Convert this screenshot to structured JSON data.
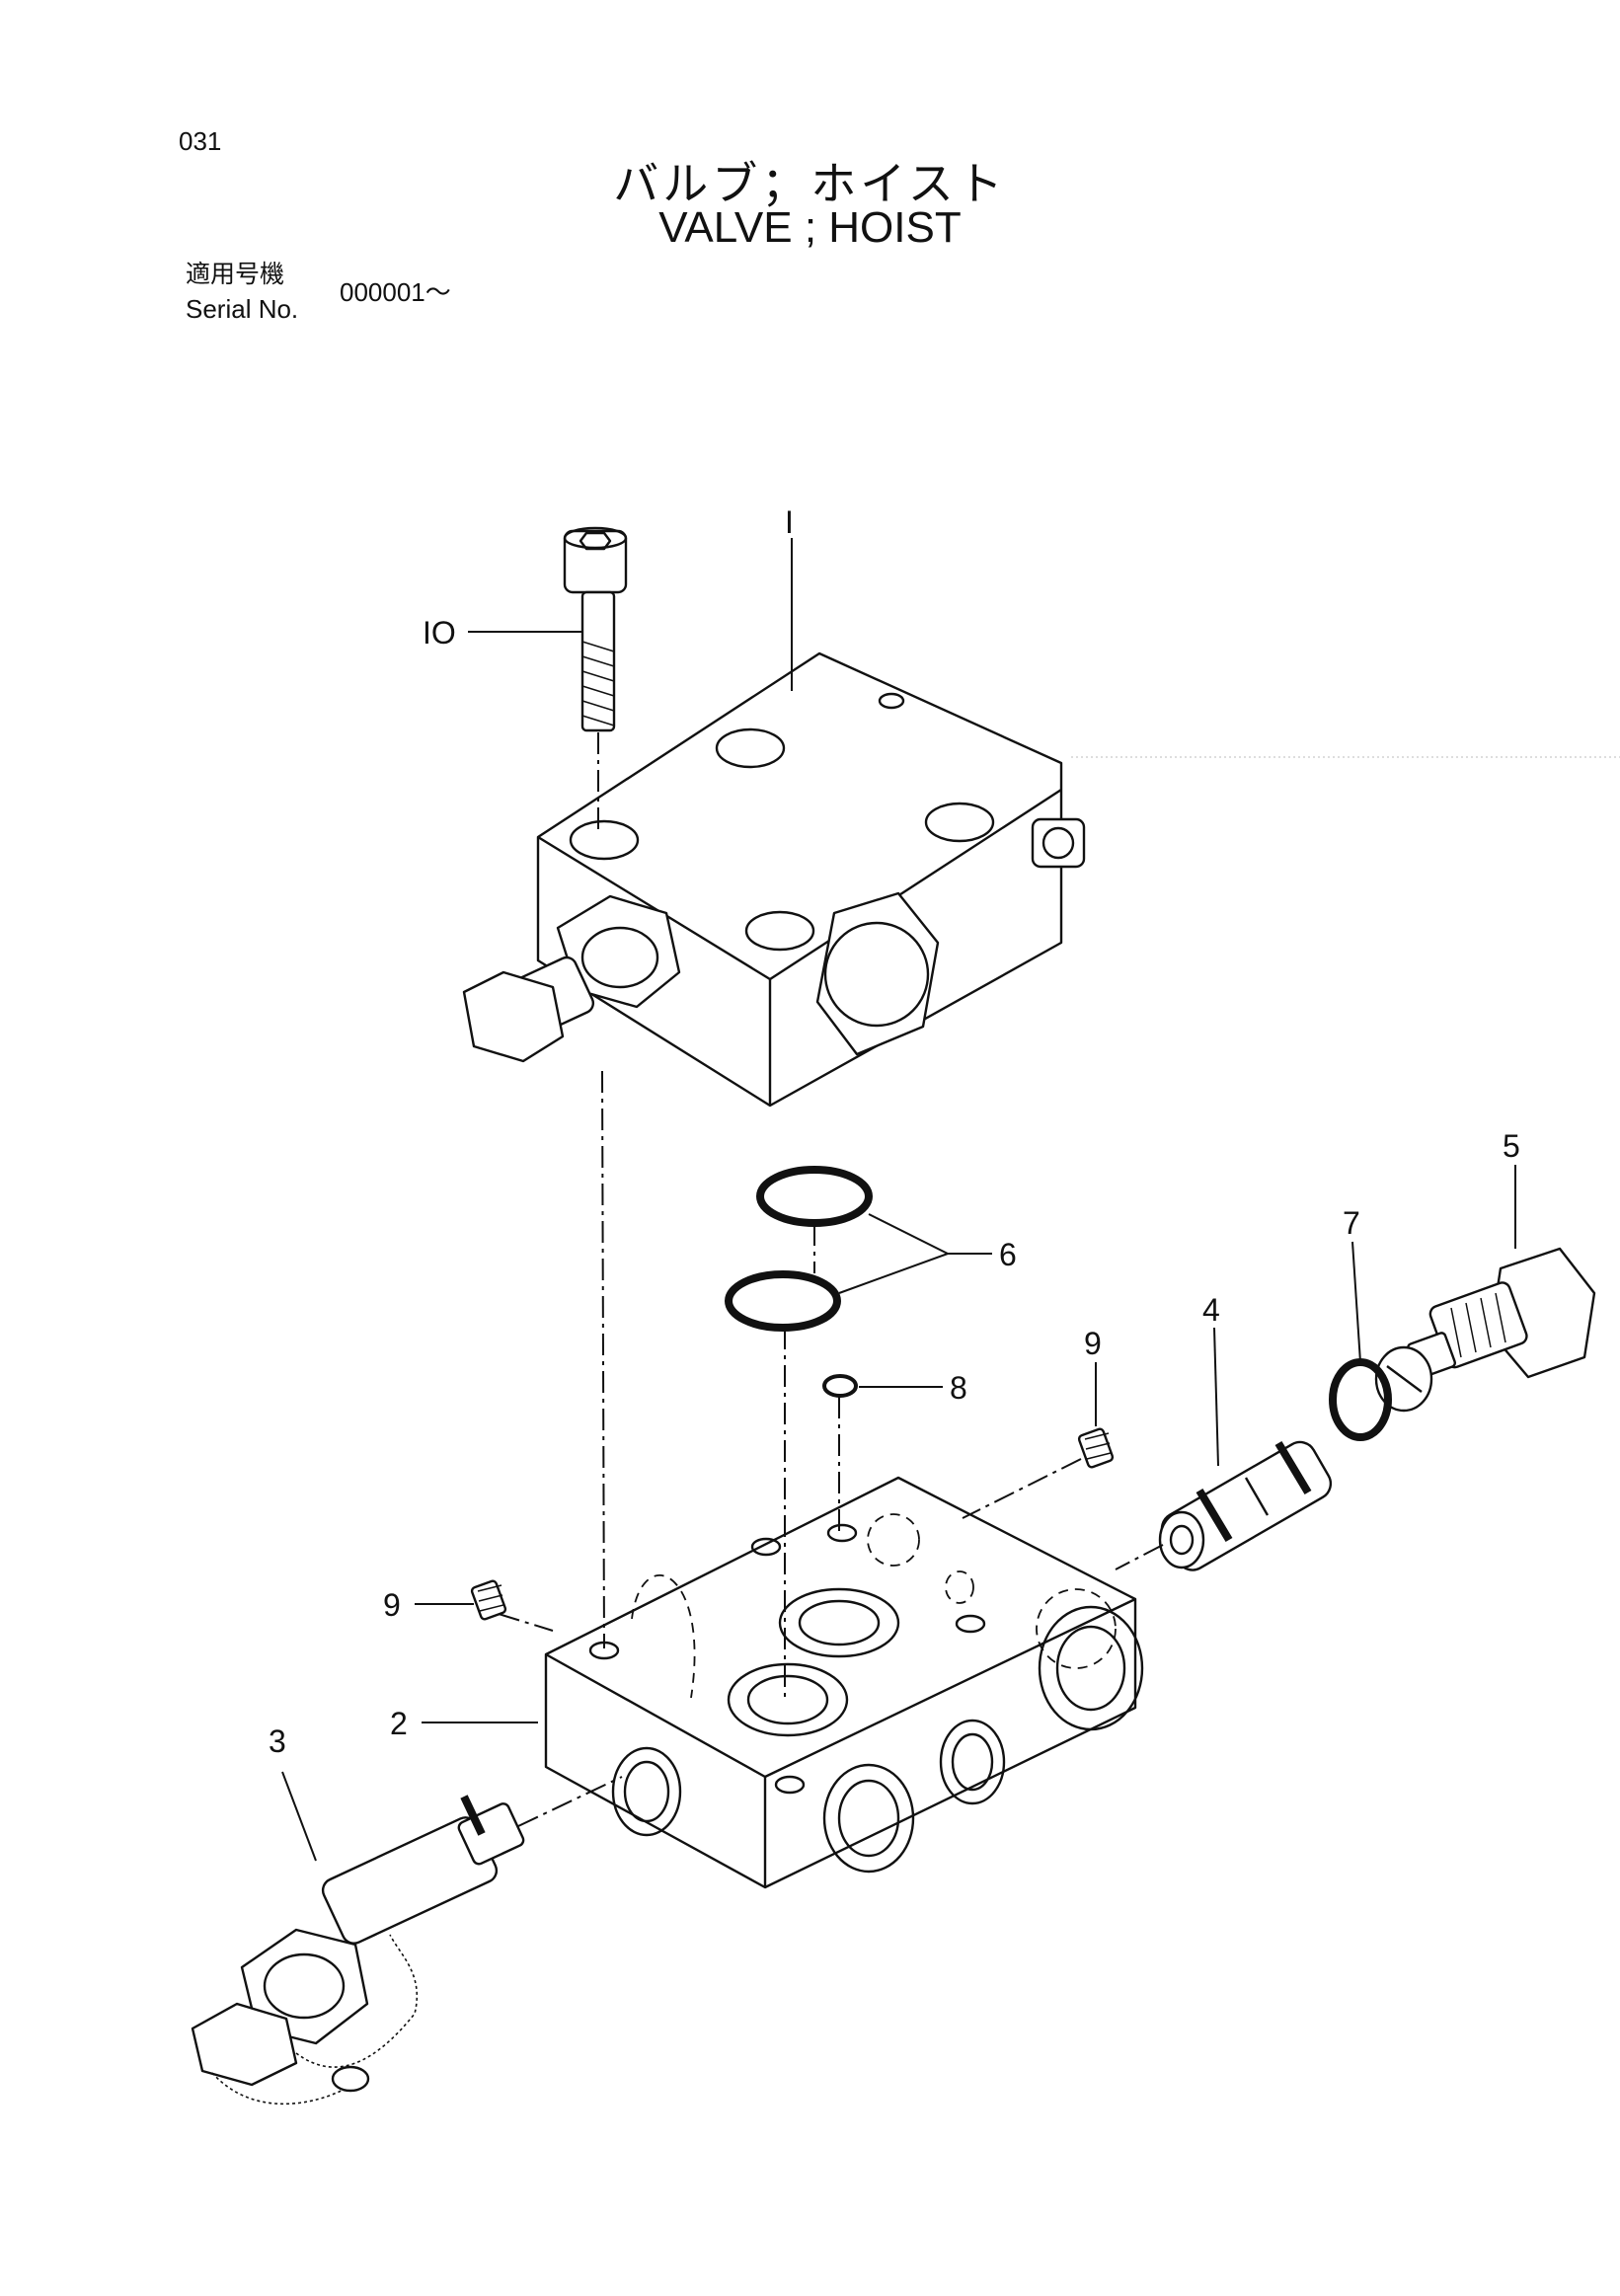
{
  "page": {
    "number": "031"
  },
  "title": {
    "ja": "バルブ；ホイスト",
    "en": "VALVE ; HOIST"
  },
  "serial": {
    "label_ja": "適用号機",
    "label_en": "Serial No.",
    "value": "000001～"
  },
  "callouts": {
    "c1": "I",
    "c2": "2",
    "c3": "3",
    "c4": "4",
    "c5": "5",
    "c6": "6",
    "c7": "7",
    "c8": "8",
    "c9a": "9",
    "c9b": "9",
    "c10": "IO"
  }
}
